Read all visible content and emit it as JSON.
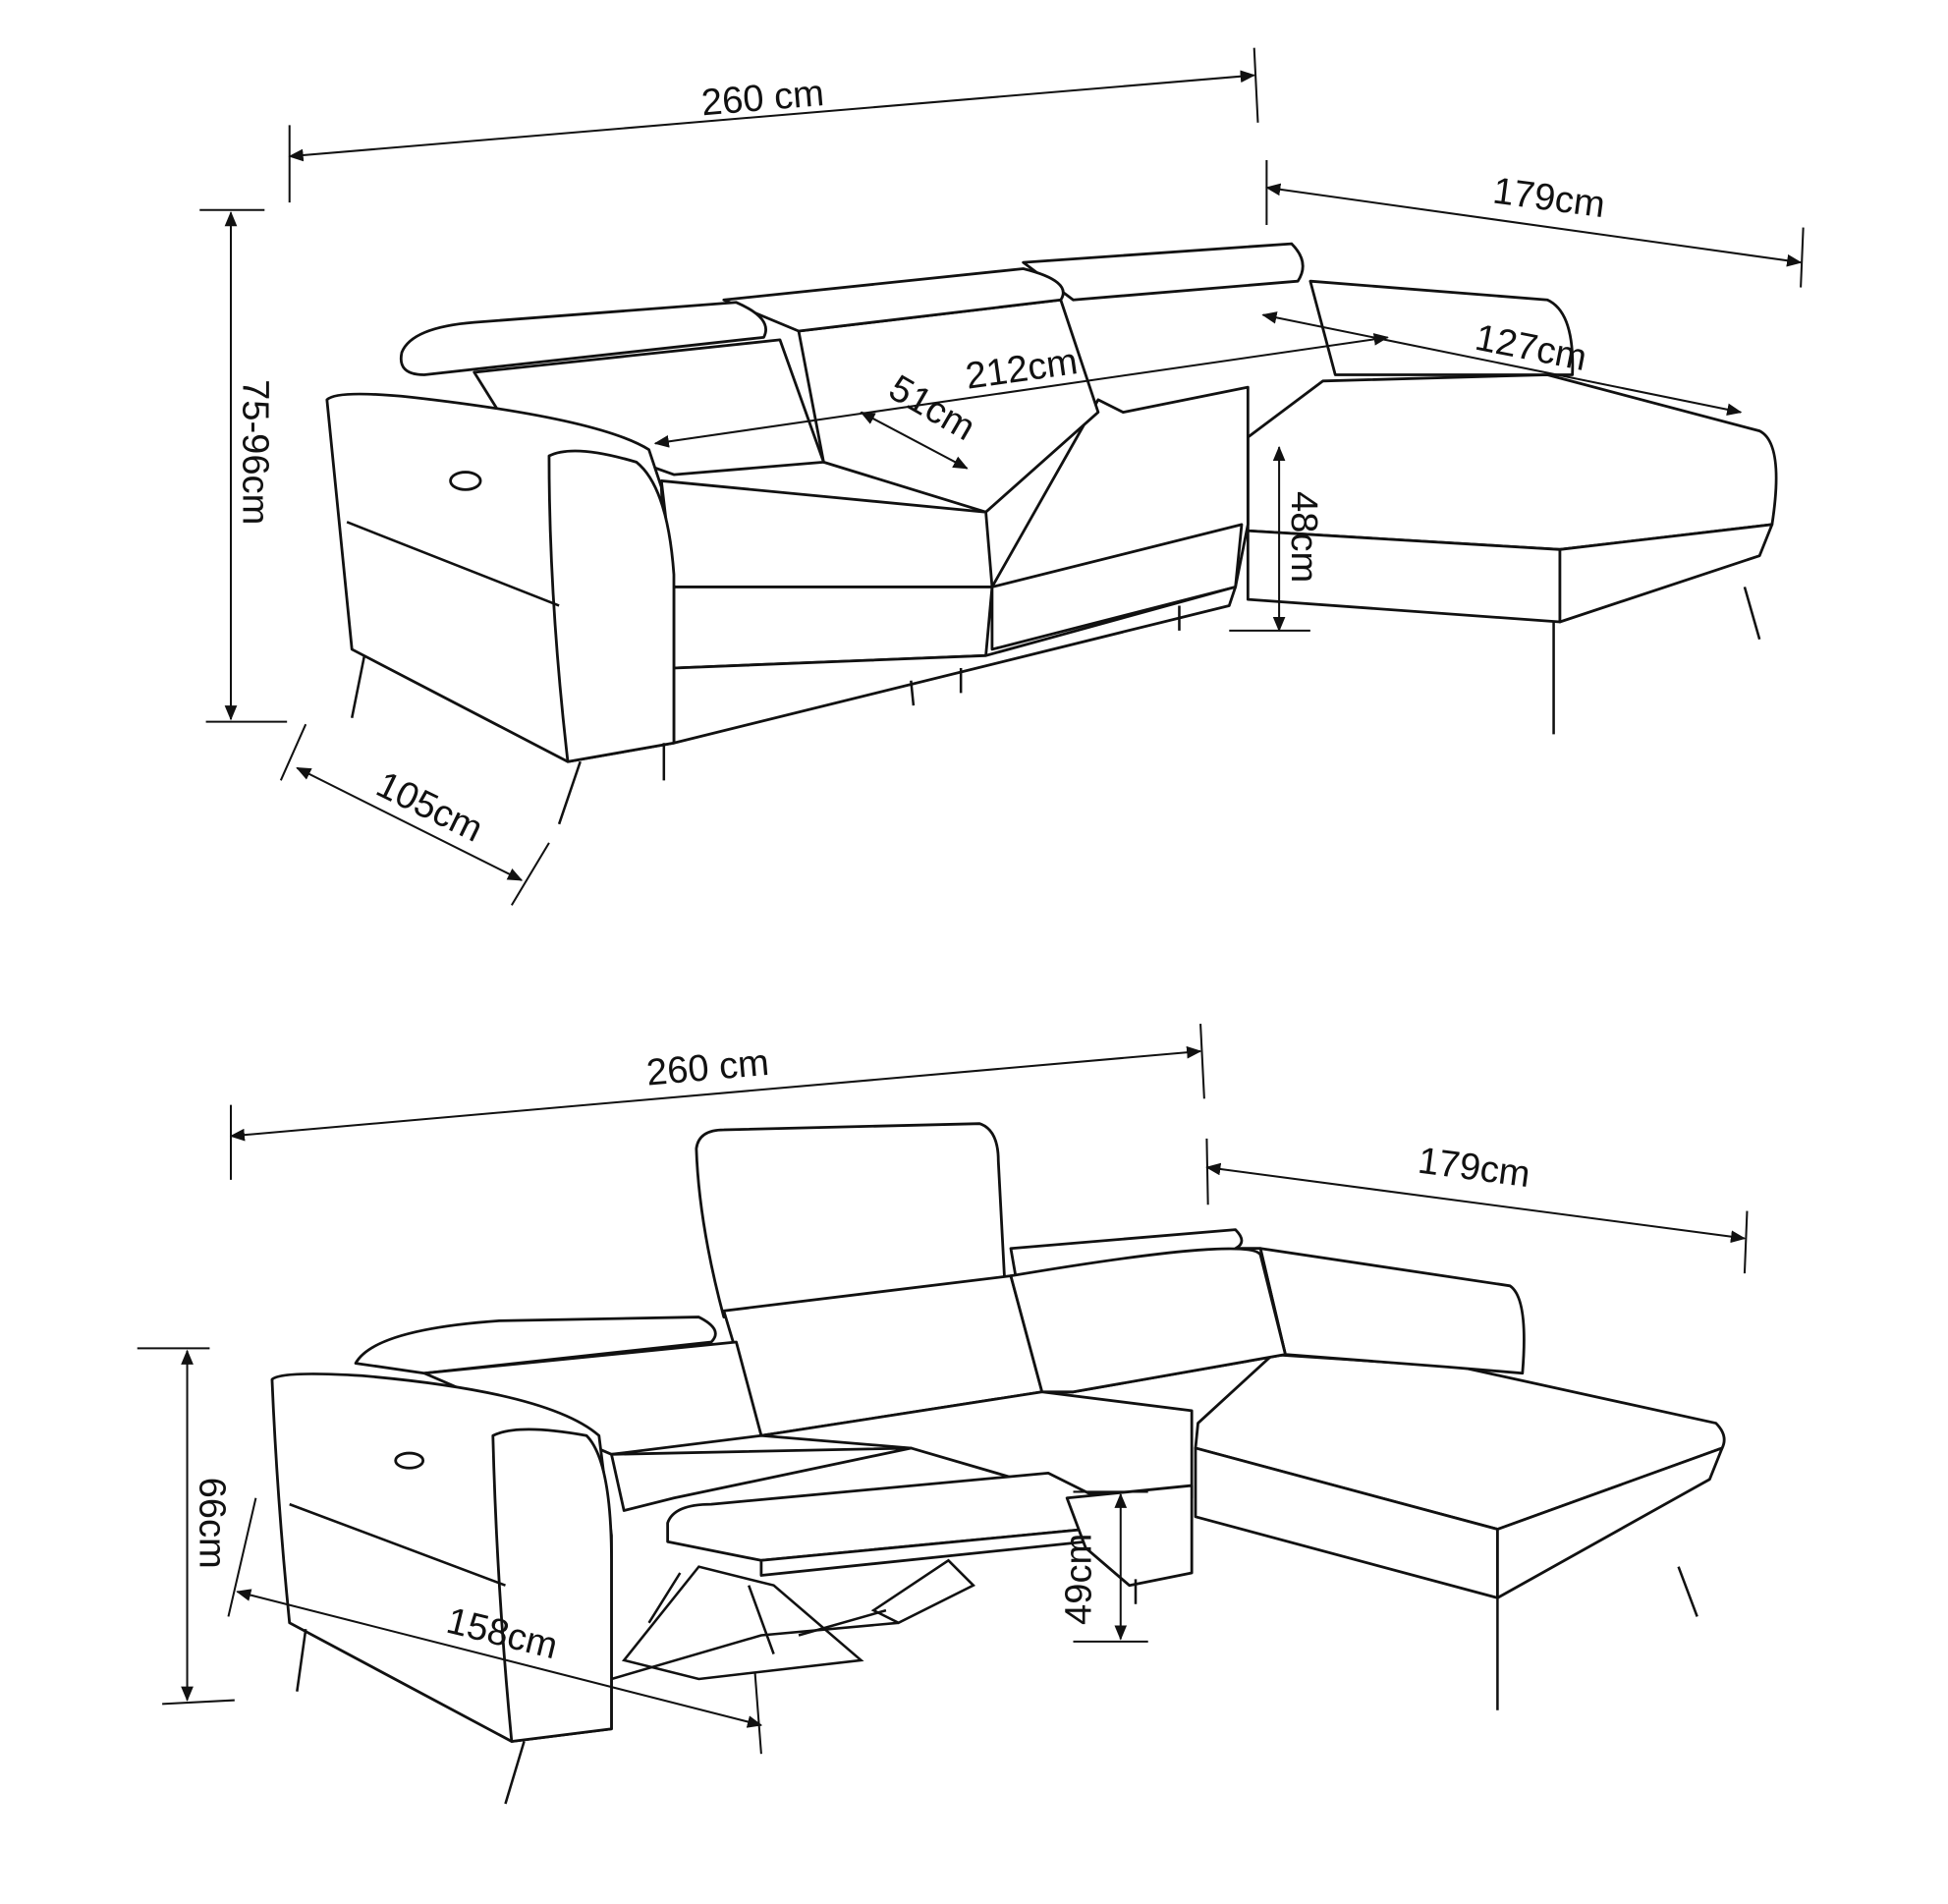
{
  "top_view": {
    "title": "Sofa with headrests up",
    "dimensions": {
      "total_width": "260 cm",
      "chaise_length": "179cm",
      "height": "75-96cm",
      "seat_width": "212cm",
      "seat_depth": "51cm",
      "chaise_inner": "127cm",
      "seat_height": "48cm",
      "depth": "105cm"
    }
  },
  "bottom_view": {
    "title": "Sofa with recliner extended",
    "dimensions": {
      "total_width": "260 cm",
      "chaise_length": "179cm",
      "height": "66cm",
      "reclined_depth": "158cm",
      "footrest_height": "49cm"
    }
  },
  "colors": {
    "line": "#111111",
    "background": "#ffffff"
  }
}
